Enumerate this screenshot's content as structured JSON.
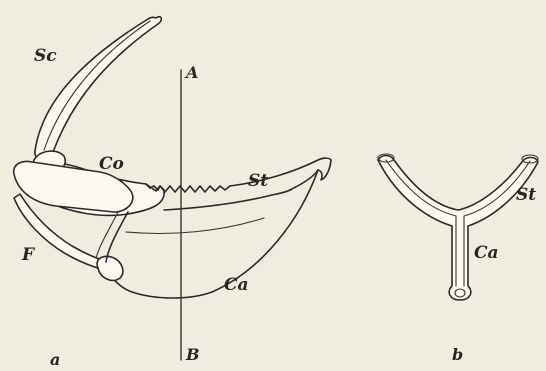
{
  "figure_a": {
    "caption": "a",
    "labels": {
      "sc": "Sc",
      "co": "Co",
      "st": "St",
      "f": "F",
      "ca": "Ca",
      "axis_top": "A",
      "axis_bottom": "B"
    }
  },
  "figure_b": {
    "caption": "b",
    "labels": {
      "st": "St",
      "ca": "Ca"
    }
  },
  "colors": {
    "paper": "#f1ece0",
    "ink": "#2f2925"
  }
}
